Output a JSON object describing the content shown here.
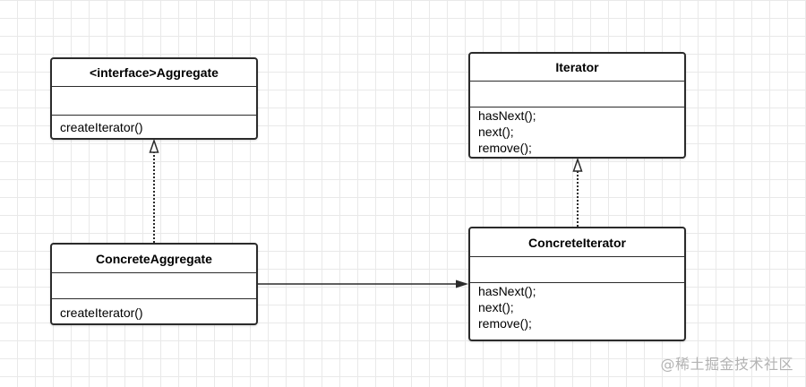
{
  "classes": {
    "aggregate": {
      "name": "<interface>Aggregate",
      "operations": [
        "createIterator()"
      ]
    },
    "iterator": {
      "name": "Iterator",
      "operations": [
        "hasNext();",
        "next();",
        "remove();"
      ]
    },
    "concrete_aggregate": {
      "name": "ConcreteAggregate",
      "operations": [
        "createIterator()"
      ]
    },
    "concrete_iterator": {
      "name": "ConcreteIterator",
      "operations": [
        "hasNext();",
        "next();",
        "remove();"
      ]
    }
  },
  "relations": [
    {
      "type": "realization",
      "from": "concrete_aggregate",
      "to": "aggregate",
      "style": "dotted"
    },
    {
      "type": "realization",
      "from": "concrete_iterator",
      "to": "iterator",
      "style": "dotted"
    },
    {
      "type": "association",
      "from": "concrete_aggregate",
      "to": "concrete_iterator",
      "style": "solid"
    }
  ],
  "watermark": "@稀土掘金技术社区",
  "colors": {
    "line": "#2b2b2b",
    "grid": "#e9e9e9",
    "watermark": "#b3b3b3"
  }
}
